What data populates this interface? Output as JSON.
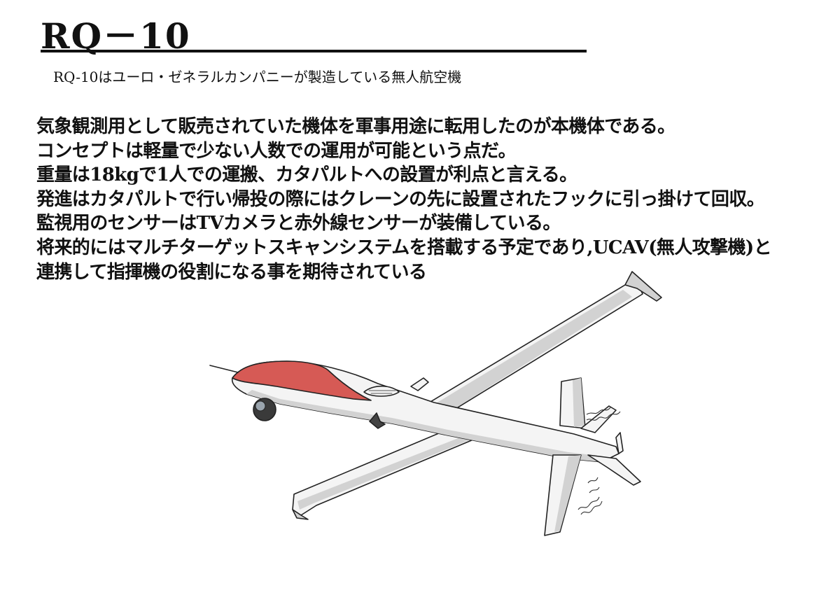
{
  "header": {
    "title": "RQ－10",
    "subtitle": "RQ-10はユーロ・ゼネラルカンパニーが製造している無人航空機"
  },
  "description": {
    "lines": [
      "気象観測用として販売されていた機体を軍事用途に転用したのが本機体である。",
      "コンセプトは軽量で少ない人数での運用が可能という点だ。",
      "重量は18kgで1人での運搬、カタパルトへの設置が利点と言える。",
      "発進はカタパルトで行い帰投の際にはクレーンの先に設置されたフックに引っ掛けて回収。",
      "監視用のセンサーはTVカメラと赤外線センサーが装備している。",
      "将来的にはマルチターゲットスキャンシステムを搭載する予定であり,UCAV(無人攻撃機)と",
      "連携して指揮機の役割になる事を期待されている"
    ]
  },
  "illustration": {
    "subject": "drone-illustration",
    "accent_color": "#d65a55",
    "body_color": "#f4f4f4",
    "shadow_color": "#d2d2d2"
  }
}
